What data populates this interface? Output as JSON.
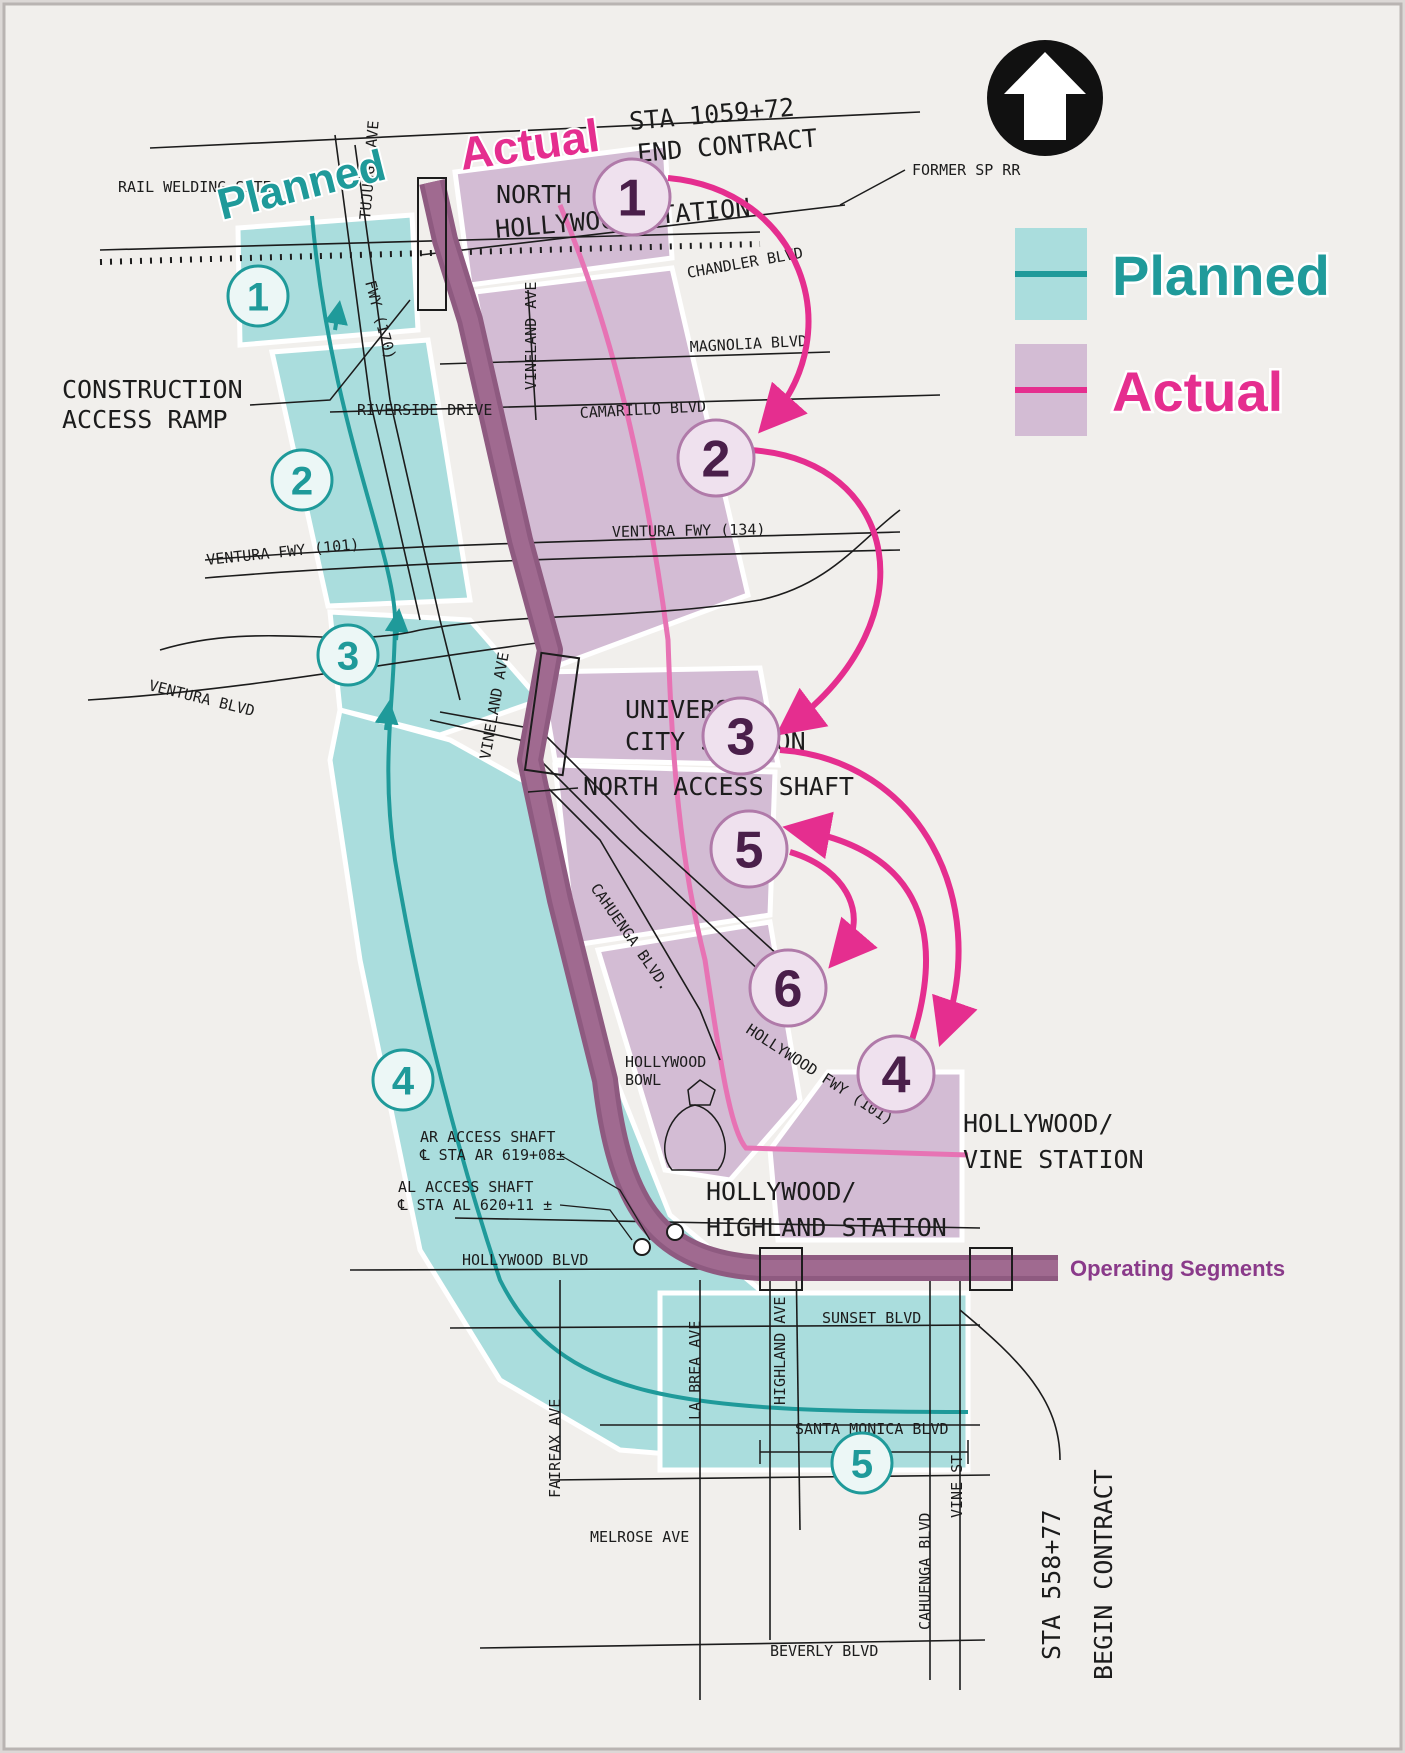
{
  "colors": {
    "planned": "#1f9a9a",
    "planned_fill": "#aadddd",
    "actual": "#e52e8f",
    "actual_fill": "#d3bcd4",
    "actual_number": "#4a1f4a",
    "operating": "#8e5a80",
    "operating_label": "#8a3a8a",
    "linework": "#1c1c1c",
    "paper": "#f1efec"
  },
  "icons": {
    "north_arrow": "arrow-up-icon"
  },
  "titles": {
    "planned": "Planned",
    "actual": "Actual"
  },
  "legend": {
    "planned": "Planned",
    "actual": "Actual"
  },
  "planned_segments": [
    "1",
    "2",
    "3",
    "4",
    "5"
  ],
  "actual_segments": [
    "1",
    "2",
    "3",
    "5",
    "6",
    "4"
  ],
  "actual_sequence_arrows": [
    [
      "1",
      "2"
    ],
    [
      "2",
      "3"
    ],
    [
      "3",
      "4"
    ],
    [
      "4",
      "5"
    ],
    [
      "5",
      "6"
    ]
  ],
  "operating_label": "Operating Segments",
  "stations": {
    "north_hollywood_1": "NORTH",
    "north_hollywood_2": "HOLLYWOOD  STATION",
    "universal_city_1": "UNIVERSAL",
    "universal_city_2": "CITY  STATION",
    "north_access_shaft": "NORTH ACCESS SHAFT",
    "hollywood_vine_1": "HOLLYWOOD/",
    "hollywood_vine_2": "VINE STATION",
    "hollywood_highland_1": "HOLLYWOOD/",
    "hollywood_highland_2": "HIGHLAND STATION"
  },
  "notes": {
    "end_sta": "STA 1059+72",
    "end_contract": "END CONTRACT",
    "begin_sta": "STA 558+77",
    "begin_contract": "BEGIN CONTRACT",
    "construction_1": "CONSTRUCTION",
    "construction_2": "ACCESS RAMP",
    "former_sp_rr": "FORMER SP RR",
    "rail_welding": "RAIL WELDING SITE",
    "ar_shaft_1": "AR ACCESS SHAFT",
    "ar_shaft_2": "℄ STA AR 619+08±",
    "al_shaft_1": "AL ACCESS SHAFT",
    "al_shaft_2": "℄ STA AL 620+11 ±",
    "hollywood_bowl_1": "HOLLYWOOD",
    "hollywood_bowl_2": "BOWL"
  },
  "streets": {
    "tujunga": "TUJUNGA AVE",
    "chandler": "CHANDLER BLVD",
    "magnolia": "MAGNOLIA BLVD",
    "riverside": "RIVERSIDE DRIVE",
    "camarillo": "CAMARILLO BLVD",
    "vineland_n": "VINELAND AVE",
    "ventura_fwy_101": "VENTURA FWY (101)",
    "ventura_fwy_134": "VENTURA FWY (134)",
    "ventura_blvd": "VENTURA  BLVD",
    "vineland_s": "VINELAND AVE",
    "cahuenga_n": "CAHUENGA BLVD.",
    "hollywood_fwy": "HOLLYWOOD FWY (101)",
    "fwy_170": "FWY (170)",
    "hollywood_blvd": "HOLLYWOOD BLVD",
    "sunset": "SUNSET  BLVD",
    "santa_monica": "SANTA  MONICA BLVD",
    "la_brea": "LA BREA AVE",
    "highland": "HIGHLAND AVE",
    "fairfax": "FAIRFAX AVE",
    "vine": "VINE ST",
    "melrose": "MELROSE AVE",
    "beverly": "BEVERLY BLVD",
    "cahuenga_s": "CAHUENGA BLVD"
  }
}
